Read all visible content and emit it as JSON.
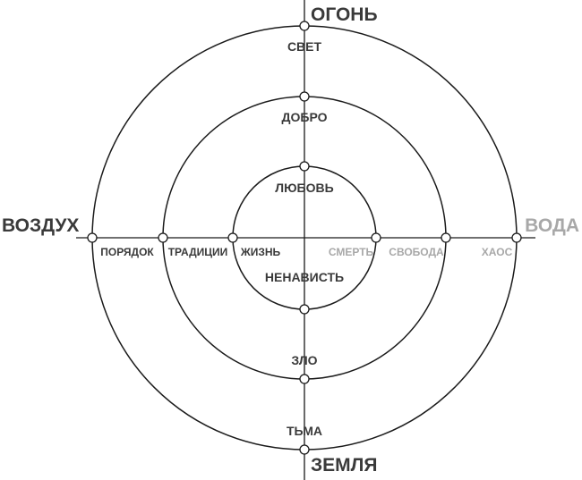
{
  "elements": {
    "top": "ОГОНЬ",
    "bottom": "ЗЕМЛЯ",
    "left": "ВОЗДУХ",
    "right": "ВОДА"
  },
  "outer_ring": {
    "top": "СВЕТ",
    "bottom": "ТЬМА",
    "left": "ПОРЯДОК",
    "right": "ХАОС"
  },
  "middle_ring": {
    "top": "ДОБРО",
    "bottom": "ЗЛО",
    "left": "ТРАДИЦИИ",
    "right": "СВОБОДА"
  },
  "inner_ring": {
    "top": "ЛЮБОВЬ",
    "bottom": "НЕНАВИСТЬ",
    "left": "ЖИЗНЬ",
    "right": "СМЕРТЬ"
  },
  "colors": {
    "line": "#1a1a1a",
    "text_dark": "#3a3a3a",
    "text_light": "#a8a8a8"
  }
}
